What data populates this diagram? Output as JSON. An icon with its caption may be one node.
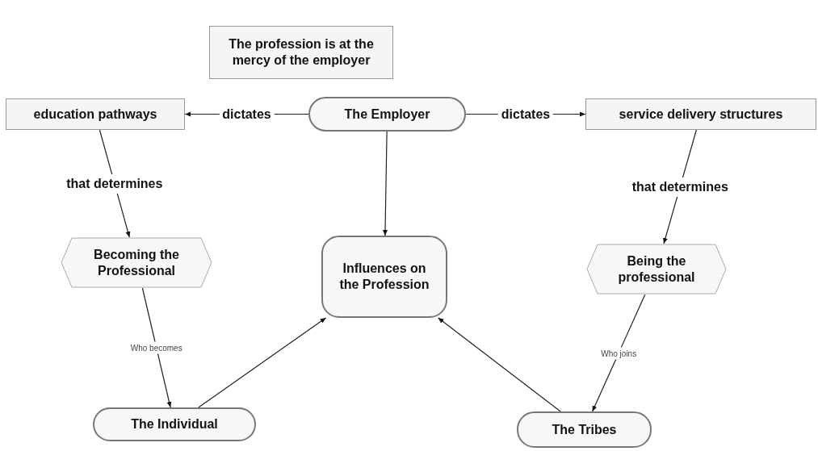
{
  "diagram": {
    "nodes": [
      {
        "text": [
          "The profession is at the mercy of the employer"
        ]
      },
      {
        "text": [
          "education pathways"
        ]
      },
      {
        "text": [
          "The Employer"
        ]
      },
      {
        "text": [
          "service delivery structures"
        ]
      },
      {
        "text": [
          "Becoming the Professional"
        ]
      },
      {
        "text": [
          "Influences on the Profession"
        ]
      },
      {
        "text": [
          "Being the professional"
        ]
      },
      {
        "text": [
          "The Individual"
        ]
      },
      {
        "text": [
          "The Tribes"
        ]
      }
    ],
    "edges": [
      {
        "from": 2,
        "to": 1,
        "arrow": "to",
        "label": "dictates"
      },
      {
        "from": 2,
        "to": 3,
        "arrow": "to",
        "label": "dictates"
      },
      {
        "from": 1,
        "to": 4,
        "arrow": "to",
        "label": "that determines"
      },
      {
        "from": 3,
        "to": 6,
        "arrow": "to",
        "label": "that determines"
      },
      {
        "from": 2,
        "to": 5,
        "arrow": "to"
      },
      {
        "from": 4,
        "to": 7,
        "arrow": "to",
        "label": "Who becomes"
      },
      {
        "from": 6,
        "to": 8,
        "arrow": "to",
        "label": "Who joins"
      },
      {
        "from": 7,
        "to": 5,
        "arrow": "to"
      },
      {
        "from": 8,
        "to": 5,
        "arrow": "to"
      }
    ]
  }
}
